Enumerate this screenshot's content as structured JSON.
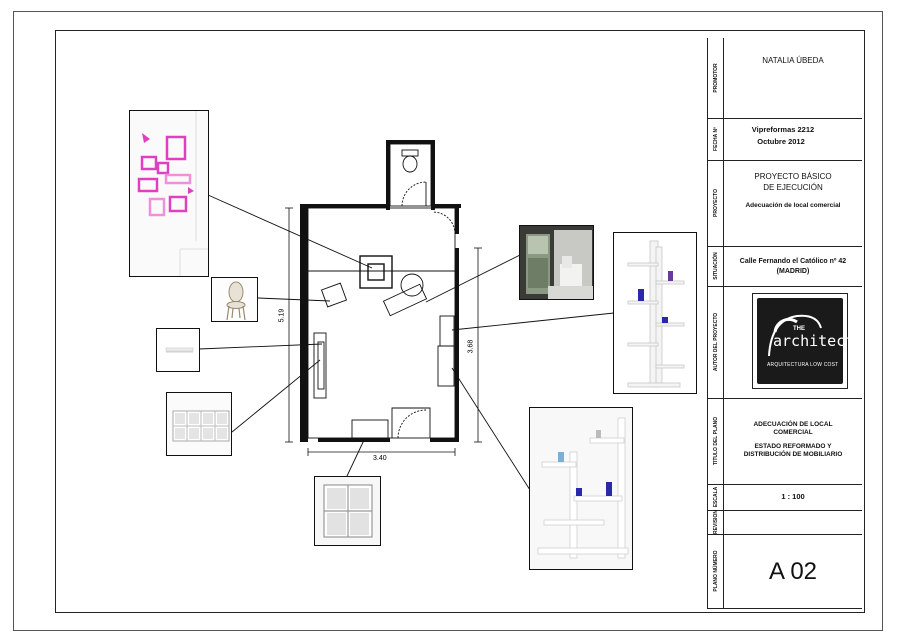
{
  "title_block": {
    "labels": {
      "promotor": "PROMOTOR",
      "fecha": "FECHA Nº",
      "proyecto": "PROYECTO",
      "situacion": "SITUACIÓN",
      "autor": "AUTOR DEL PROYECTO",
      "titulo": "TITULO DEL PLANO",
      "escala": "ESCALA",
      "revision": "REVISION",
      "plano": "PLANO NÚMERO"
    },
    "promotor": "NATALIA ÚBEDA",
    "fecha_line1": "Vipreformas 2212",
    "fecha_line2": "Octubre 2012",
    "proyecto_line1": "PROYECTO BÁSICO",
    "proyecto_line2": "DE EJECUCIÓN",
    "proyecto_line3": "Adecuación de local comercial",
    "situacion_line1": "Calle Fernando el Católico nº 42",
    "situacion_line2": "(MADRID)",
    "logo_the": "THE",
    "logo_main": "architect",
    "logo_sub": "ARQUITECTURA LOW COST",
    "titulo_line1": "ADECUACIÓN DE LOCAL",
    "titulo_line2": "COMERCIAL",
    "titulo_line3": "ESTADO REFORMADO Y",
    "titulo_line4": "DISTRIBUCIÓN DE MOBILIARIO",
    "escala": "1 : 100",
    "revision": "",
    "plano": "A 02"
  },
  "dimensions": {
    "height_left": "5.19",
    "height_right": "3.68",
    "width_bottom": "3.40"
  },
  "colors": {
    "line": "#111111",
    "pink": "#e040c0",
    "accent_blue": "#2a2aa8",
    "accent_purple": "#6a3a9a",
    "logo_bg": "#1a1a1a"
  },
  "furniture_photos": [
    "frames-wall-icon",
    "chair-icon",
    "wall-shelf-icon",
    "cube-shelf-wide-icon",
    "cube-shelf-square-icon",
    "window-seat-photo-icon",
    "tall-bookcase-icon",
    "staggered-bookcase-icon"
  ]
}
